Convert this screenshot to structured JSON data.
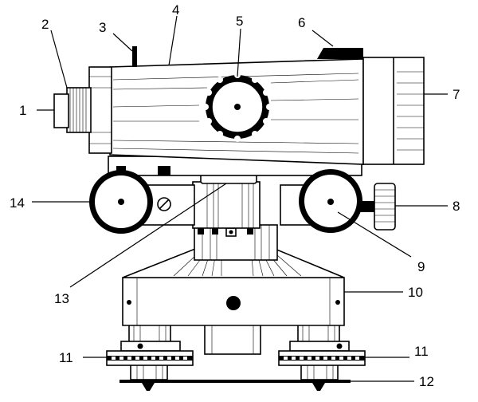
{
  "labels": {
    "l1": "1",
    "l2": "2",
    "l3": "3",
    "l4": "4",
    "l5": "5",
    "l6": "6",
    "l7": "7",
    "l8": "8",
    "l9": "9",
    "l10": "10",
    "l11a": "11",
    "l11b": "11",
    "l12": "12",
    "l13": "13",
    "l14": "14"
  }
}
